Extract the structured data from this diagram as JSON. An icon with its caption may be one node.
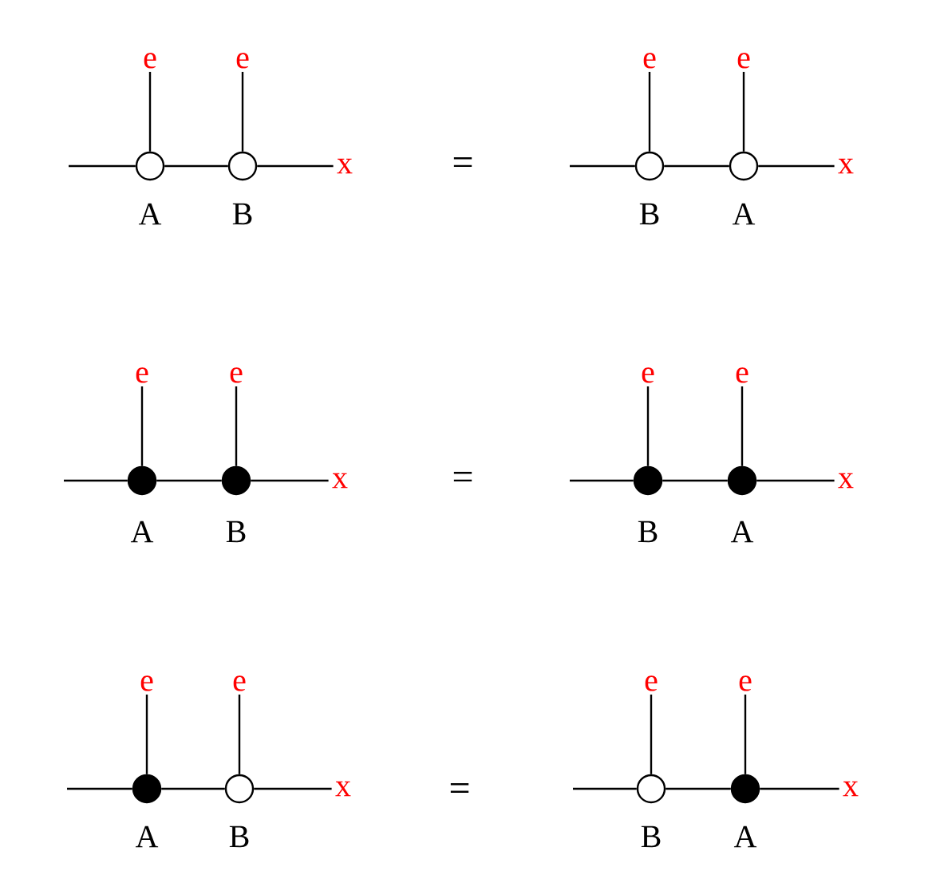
{
  "diagram": {
    "nodes": [
      {
        "text": [
          "e"
        ]
      },
      {
        "text": [
          "e"
        ]
      },
      {
        "text": [],
        "shape": "circle",
        "beside": [
          "A"
        ]
      },
      {
        "text": [],
        "shape": "circle",
        "beside": [
          "B"
        ]
      },
      {
        "text": [
          "x"
        ]
      },
      {
        "text": [
          "e"
        ]
      },
      {
        "text": [
          "e"
        ]
      },
      {
        "text": [],
        "shape": "circle",
        "beside": [
          "B"
        ]
      },
      {
        "text": [],
        "shape": "circle",
        "beside": [
          "A"
        ]
      },
      {
        "text": [
          "x"
        ]
      },
      {
        "text": [
          "e"
        ]
      },
      {
        "text": [
          "e"
        ]
      },
      {
        "text": [],
        "shape": "dot",
        "beside": [
          "A"
        ]
      },
      {
        "text": [],
        "shape": "dot",
        "beside": [
          "B"
        ]
      },
      {
        "text": [
          "x"
        ]
      },
      {
        "text": [
          "e"
        ]
      },
      {
        "text": [
          "e"
        ]
      },
      {
        "text": [],
        "shape": "dot",
        "beside": [
          "B"
        ]
      },
      {
        "text": [],
        "shape": "dot",
        "beside": [
          "A"
        ]
      },
      {
        "text": [
          "x"
        ]
      },
      {
        "text": [
          "e"
        ]
      },
      {
        "text": [
          "e"
        ]
      },
      {
        "text": [],
        "shape": "dot",
        "beside": [
          "A"
        ]
      },
      {
        "text": [],
        "shape": "circle",
        "beside": [
          "B"
        ]
      },
      {
        "text": [
          "x"
        ]
      },
      {
        "text": [
          "e"
        ]
      },
      {
        "text": [
          "e"
        ]
      },
      {
        "text": [],
        "shape": "circle",
        "beside": [
          "B"
        ]
      },
      {
        "text": [],
        "shape": "dot",
        "beside": [
          "A"
        ]
      },
      {
        "text": [
          "x"
        ]
      }
    ],
    "edges": [
      {
        "from": null,
        "to": 2,
        "arrow": "none"
      },
      {
        "from": 2,
        "to": 3,
        "arrow": "none"
      },
      {
        "from": 3,
        "to": 4,
        "arrow": "none"
      },
      {
        "from": 2,
        "to": 0,
        "arrow": "none"
      },
      {
        "from": 3,
        "to": 1,
        "arrow": "none"
      },
      {
        "from": null,
        "to": 7,
        "arrow": "none"
      },
      {
        "from": 7,
        "to": 8,
        "arrow": "none"
      },
      {
        "from": 8,
        "to": 9,
        "arrow": "none"
      },
      {
        "from": 7,
        "to": 5,
        "arrow": "none"
      },
      {
        "from": 8,
        "to": 6,
        "arrow": "none"
      },
      {
        "from": null,
        "to": 12,
        "arrow": "none"
      },
      {
        "from": 12,
        "to": 13,
        "arrow": "none"
      },
      {
        "from": 13,
        "to": 14,
        "arrow": "none"
      },
      {
        "from": 12,
        "to": 10,
        "arrow": "none"
      },
      {
        "from": 13,
        "to": 11,
        "arrow": "none"
      },
      {
        "from": null,
        "to": 17,
        "arrow": "none"
      },
      {
        "from": 17,
        "to": 18,
        "arrow": "none"
      },
      {
        "from": 18,
        "to": 19,
        "arrow": "none"
      },
      {
        "from": 17,
        "to": 15,
        "arrow": "none"
      },
      {
        "from": 18,
        "to": 16,
        "arrow": "none"
      },
      {
        "from": null,
        "to": 22,
        "arrow": "none"
      },
      {
        "from": 22,
        "to": 23,
        "arrow": "none"
      },
      {
        "from": 23,
        "to": 24,
        "arrow": "none"
      },
      {
        "from": 22,
        "to": 20,
        "arrow": "none"
      },
      {
        "from": 23,
        "to": 21,
        "arrow": "none"
      },
      {
        "from": null,
        "to": 27,
        "arrow": "none"
      },
      {
        "from": 27,
        "to": 28,
        "arrow": "none"
      },
      {
        "from": 28,
        "to": 29,
        "arrow": "none"
      },
      {
        "from": 27,
        "to": 25,
        "arrow": "none"
      },
      {
        "from": 28,
        "to": 26,
        "arrow": "none"
      }
    ],
    "labels": [
      "=",
      "=",
      "="
    ]
  }
}
